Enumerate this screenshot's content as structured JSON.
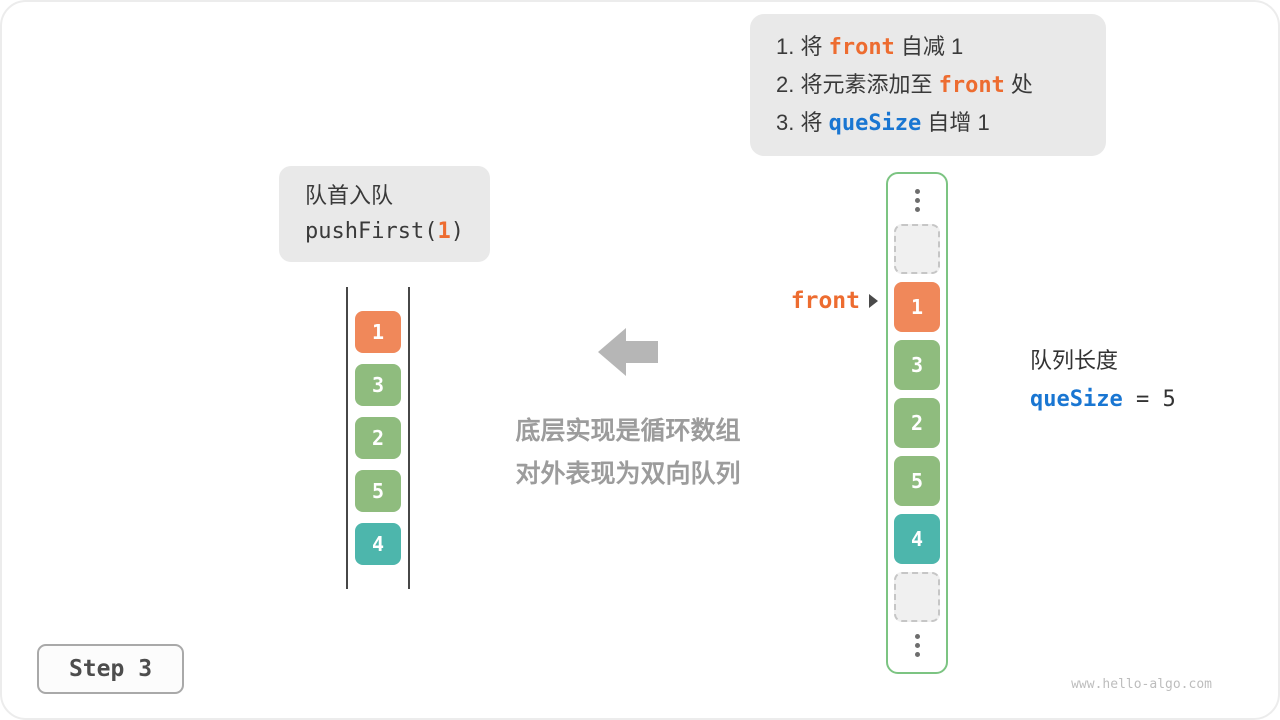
{
  "instruction_box": {
    "line1": {
      "pre": "1. 将 ",
      "code": "front",
      "post": " 自减 1"
    },
    "line2": {
      "pre": "2. 将元素添加至 ",
      "code": "front",
      "post": " 处"
    },
    "line3": {
      "pre": "3. 将 ",
      "code": "queSize",
      "post": " 自增 1"
    }
  },
  "operation_box": {
    "title": "队首入队",
    "code_pre": "pushFirst(",
    "arg": "1",
    "code_post": ")"
  },
  "left_array": {
    "values": [
      "1",
      "3",
      "2",
      "5",
      "4"
    ]
  },
  "center_note": {
    "line1": "底层实现是循环数组",
    "line2": "对外表现为双向队列"
  },
  "right_array": {
    "values": [
      "1",
      "3",
      "2",
      "5",
      "4"
    ],
    "front_label": "front"
  },
  "queue_length": {
    "label": "队列长度",
    "var_name": "queSize",
    "value_text": " = 5"
  },
  "step_box": {
    "label": "Step 3"
  },
  "page": {
    "watermark": "www.hello-algo.com"
  },
  "colors": {
    "cell_orange": "#F0885A",
    "cell_green": "#8FBC7E",
    "cell_teal": "#4DB6AC",
    "code_orange": "#ED6C30",
    "code_blue": "#1976D2",
    "box_gray": "#e9e9e9",
    "arrow_gray": "#b6b6b6",
    "array_border_green": "#7CC482"
  }
}
